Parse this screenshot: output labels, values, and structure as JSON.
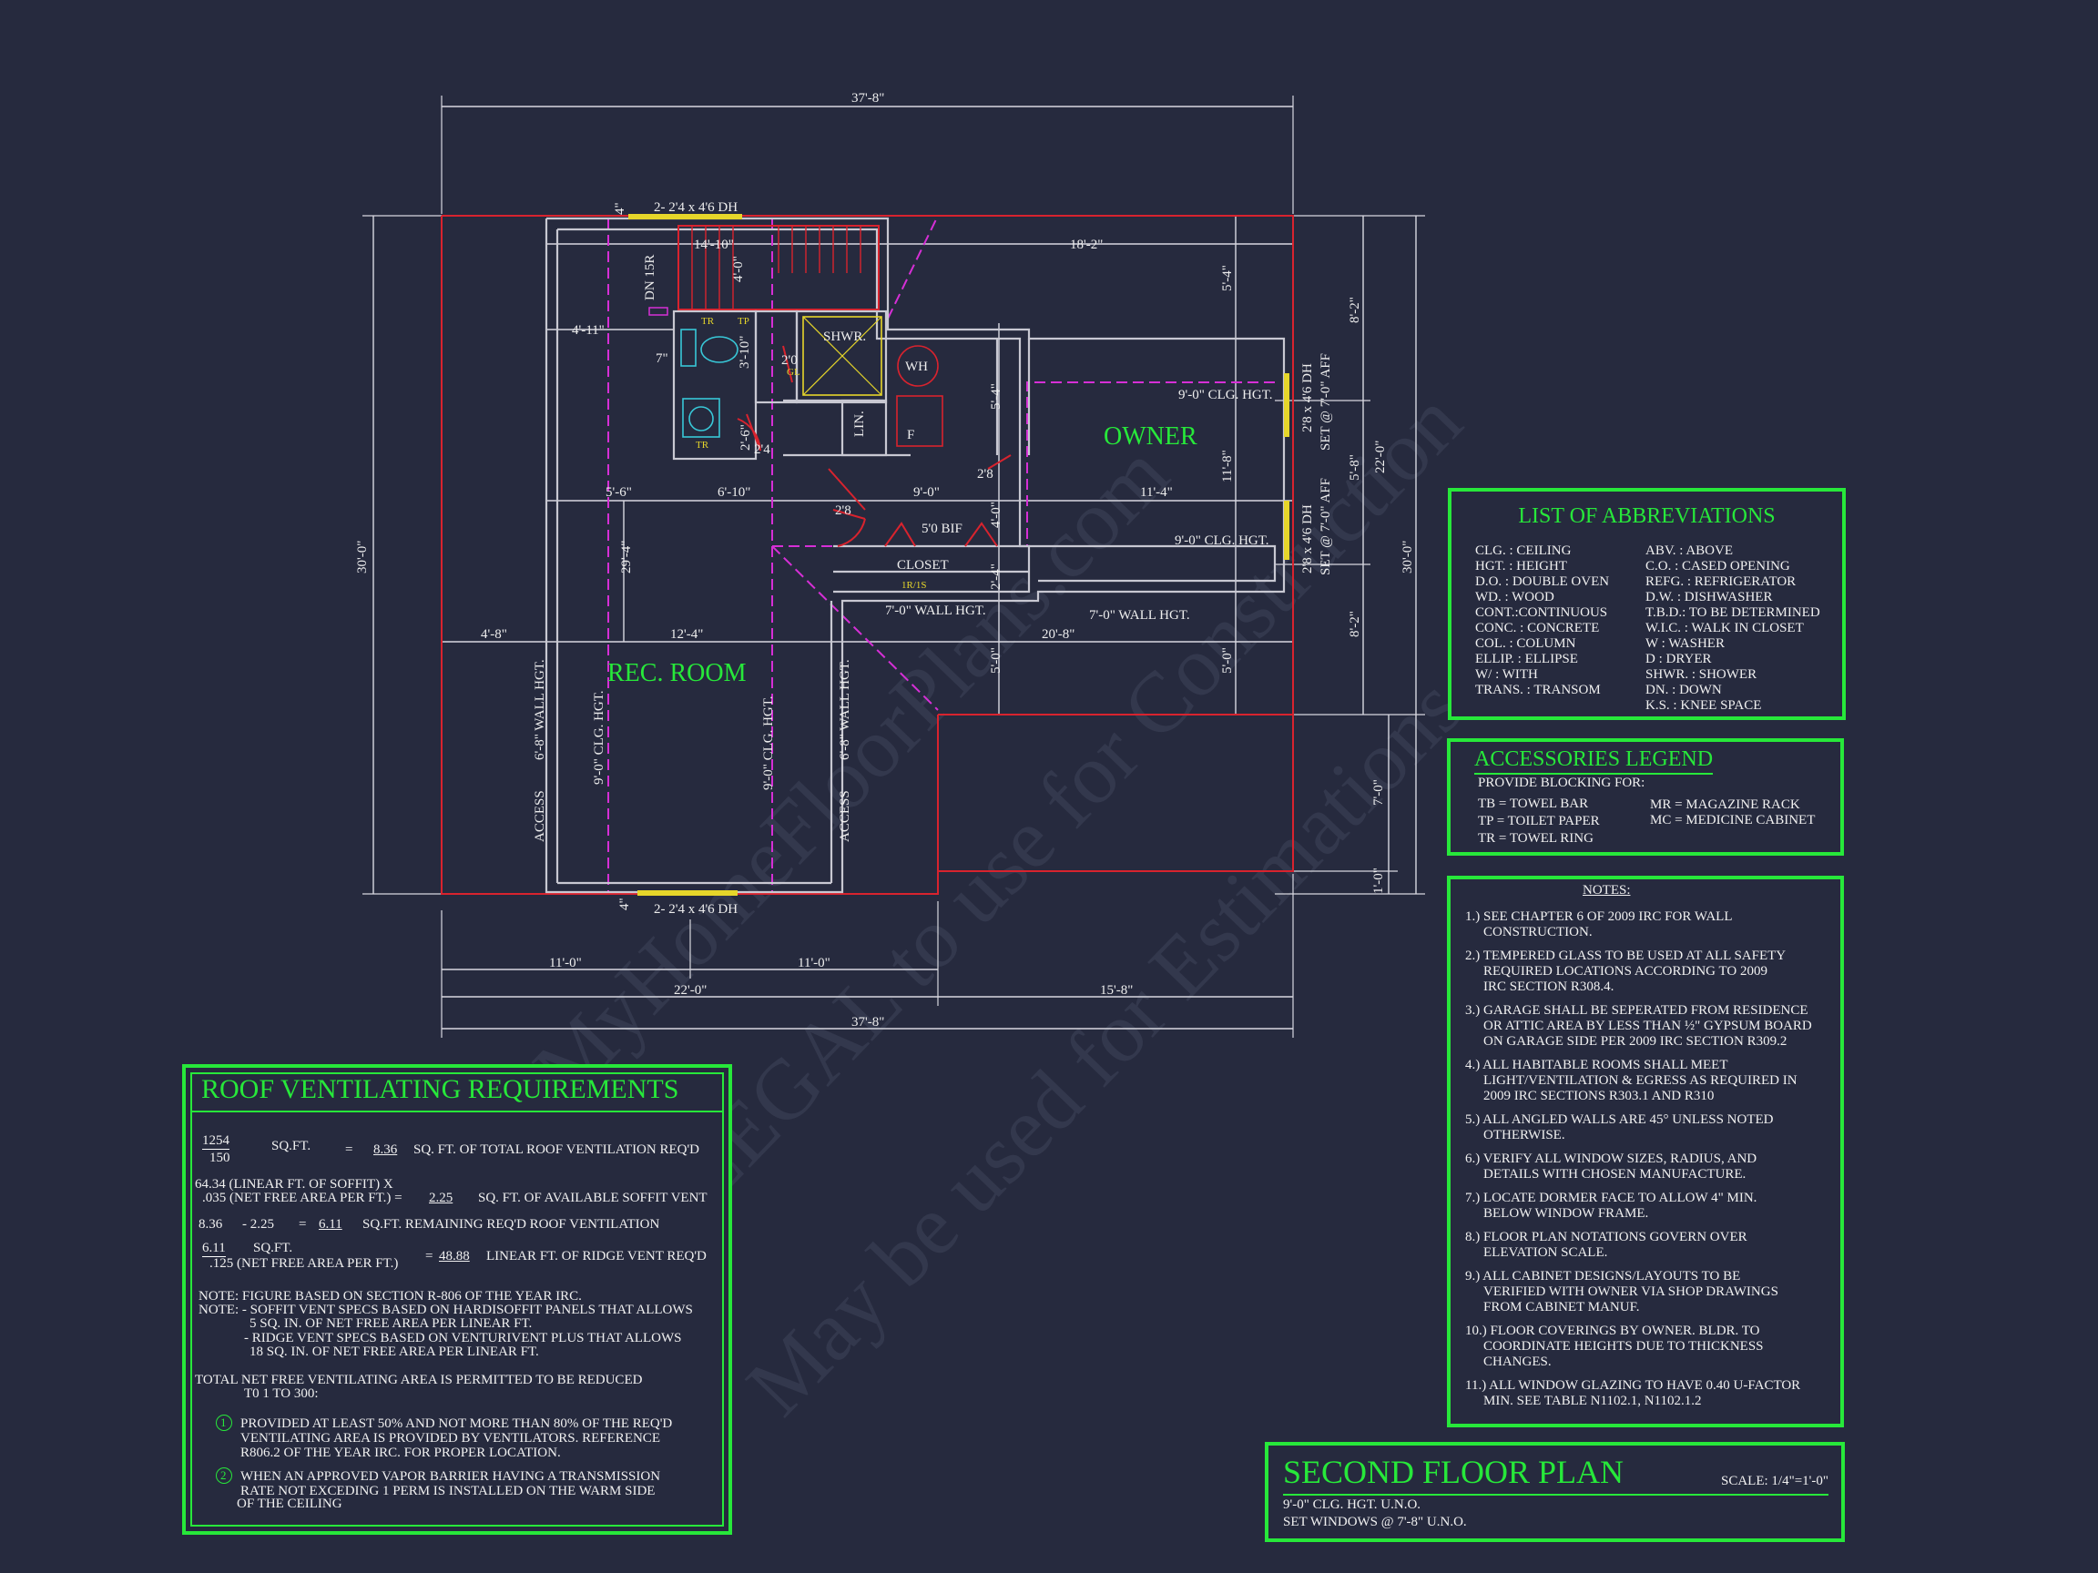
{
  "plan": {
    "dims": {
      "top_overall": "37'-8\"",
      "bottom_overall": "37'-8\"",
      "bottom_left": "22'-0\"",
      "bottom_right": "15'-8\"",
      "bottom_sub_a": "11'-0\"",
      "bottom_sub_b": "11'-0\"",
      "left_overall": "30'-0\"",
      "right_overall": "30'-0\"",
      "right_22": "22'-0\"",
      "right_8a": "8'-2\"",
      "right_5": "5'-8\"",
      "right_8b": "8'-2\"",
      "right_7": "7'-0\"",
      "right_1": "1'-0\"",
      "d_14_10": "14'-10\"",
      "d_18_2": "18'-2\"",
      "d_4_11": "4'-11\"",
      "d_7": "7\"",
      "d_5_6": "5'-6\"",
      "d_6_10": "6'-10\"",
      "d_9_0": "9'-0\"",
      "d_11_4": "11'-4\"",
      "d_4_8": "4'-8\"",
      "d_12_4": "12'-4\"",
      "d_20_8": "20'-8\"",
      "d_29_4": "29'-4\"",
      "d_5_4a": "5'-4\"",
      "d_5_4b": "5'-4\"",
      "d_11_8": "11'-8\"",
      "d_4_0a": "4'-0\"",
      "d_4_0b": "4'-0\"",
      "d_3_10": "3'-10\"",
      "d_2_6": "2'-6\"",
      "d_5_0a": "5'-0\"",
      "d_5_0b": "5'-0\"",
      "d_2_4a": "2'-4\"",
      "d_4a": "4\"",
      "d_4b": "4\"",
      "d_2_8a": "2'8",
      "d_2_8b": "2'8",
      "d_2_4b": "2'4",
      "d_2_0": "2'0"
    },
    "rooms": {
      "owner": "OWNER",
      "rec_room": "REC. ROOM",
      "shwr": "SHWR.",
      "wh": "WH",
      "f": "F",
      "lin": "LIN.",
      "closet": "CLOSET",
      "bif": "5'0 BIF",
      "gl": "GL",
      "ir_is": "1R/1S",
      "tr1": "TR",
      "tp": "TP",
      "tr2": "TR",
      "dn": "DN 15R"
    },
    "notes": {
      "win_top": "2- 2'4 x 4'6 DH",
      "win_bottom": "2- 2'4 x 4'6 DH",
      "win_right_a": "2'8 x 4'6 DH",
      "win_right_a2": "SET @ 7'-0\" AFF",
      "win_right_b": "2'8 x 4'6 DH",
      "win_right_b2": "SET @ 7'-0\" AFF",
      "clg_hgt_1": "9'-0\" CLG. HGT.",
      "clg_hgt_2": "9'-0\" CLG. HGT.",
      "wall_hgt_1": "7'-0\" WALL HGT.",
      "wall_hgt_2": "7'-0\" WALL HGT.",
      "wall_68_left": "6'-8\" WALL HGT.",
      "wall_68_right": "6'-8\" WALL HGT.",
      "clg_90_left": "9'-0\" CLG. HGT.",
      "clg_90_right": "9'-0\" CLG. HGT.",
      "access_left": "ACCESS",
      "access_right": "ACCESS"
    }
  },
  "abbreviations": {
    "title": "LIST OF ABBREVIATIONS",
    "left": [
      "CLG. : CEILING",
      "HGT. : HEIGHT",
      "D.O. : DOUBLE OVEN",
      "WD. : WOOD",
      "CONT.:CONTINUOUS",
      "CONC. : CONCRETE",
      "COL. : COLUMN",
      "ELLIP. : ELLIPSE",
      "W/ : WITH",
      "TRANS. : TRANSOM"
    ],
    "right": [
      "ABV. : ABOVE",
      "C.O. : CASED OPENING",
      "REFG. : REFRIGERATOR",
      "D.W. : DISHWASHER",
      "T.B.D.: TO BE DETERMINED",
      "W.I.C. : WALK IN CLOSET",
      "W : WASHER",
      "D : DRYER",
      "SHWR. : SHOWER",
      "DN. : DOWN",
      "K.S. : KNEE SPACE"
    ]
  },
  "accessories": {
    "title": "ACCESSORIES LEGEND",
    "subtitle": "PROVIDE BLOCKING FOR:",
    "left": [
      "TB = TOWEL BAR",
      "TP = TOILET PAPER",
      "TR = TOWEL RING"
    ],
    "right": [
      "MR = MAGAZINE RACK",
      "MC = MEDICINE CABINET"
    ]
  },
  "notes": {
    "title": "NOTES:",
    "items": [
      [
        "1.) SEE CHAPTER 6 OF 2009 IRC FOR WALL",
        "CONSTRUCTION."
      ],
      [
        "2.) TEMPERED GLASS TO BE USED AT ALL SAFETY",
        "REQUIRED LOCATIONS ACCORDING TO 2009",
        "IRC SECTION R308.4."
      ],
      [
        "3.) GARAGE SHALL BE SEPERATED FROM RESIDENCE",
        "OR ATTIC AREA BY LESS THAN ½\" GYPSUM BOARD",
        "ON GARAGE SIDE PER 2009 IRC SECTION R309.2"
      ],
      [
        "4.) ALL HABITABLE ROOMS SHALL MEET",
        "LIGHT/VENTILATION & EGRESS AS REQUIRED IN",
        "2009 IRC SECTIONS R303.1 AND R310"
      ],
      [
        "5.) ALL ANGLED WALLS ARE 45° UNLESS NOTED",
        "OTHERWISE."
      ],
      [
        "6.) VERIFY ALL WINDOW SIZES, RADIUS, AND",
        "DETAILS WITH CHOSEN MANUFACTURE."
      ],
      [
        "7.) LOCATE DORMER FACE TO ALLOW 4\" MIN.",
        "BELOW WINDOW FRAME."
      ],
      [
        "8.) FLOOR PLAN NOTATIONS GOVERN OVER",
        "ELEVATION SCALE."
      ],
      [
        "9.) ALL CABINET DESIGNS/LAYOUTS TO BE",
        "VERIFIED WITH OWNER VIA SHOP DRAWINGS",
        "FROM CABINET MANUF."
      ],
      [
        "10.) FLOOR COVERINGS BY OWNER. BLDR. TO",
        "COORDINATE HEIGHTS DUE TO THICKNESS",
        "CHANGES."
      ],
      [
        "11.) ALL WINDOW GLAZING TO HAVE 0.40 U-FACTOR",
        "MIN.  SEE TABLE N1102.1, N1102.1.2"
      ]
    ]
  },
  "roof": {
    "title": "ROOF VENTILATING REQUIREMENTS",
    "l1_num": "1254",
    "l1_den": "150",
    "l1_sqft": "SQ.FT.",
    "l1_eq": "=",
    "l1_val": "8.36",
    "l1_text": "SQ. FT. OF TOTAL ROOF VENTILATION REQ'D",
    "l2a": "64.34   (LINEAR FT. OF SOFFIT) X",
    "l2b": ".035 (NET FREE AREA PER FT.) =",
    "l2_val": "2.25",
    "l2_text": "SQ. FT. OF AVAILABLE SOFFIT VENT",
    "l3a": "8.36",
    "l3b": "- 2.25",
    "l3_eq": "=",
    "l3_val": "6.11",
    "l3_text": "SQ.FT. REMAINING REQ'D ROOF VENTILATION",
    "l4_num": "6.11",
    "l4_sqft": "SQ.FT.",
    "l4_den": ".125 (NET FREE AREA PER FT.)",
    "l4_eq": "=",
    "l4_val": "48.88",
    "l4_text": "LINEAR FT. OF RIDGE VENT REQ'D",
    "note1": "NOTE: FIGURE BASED ON SECTION R-806 OF THE YEAR IRC.",
    "note2": "NOTE: - SOFFIT VENT SPECS BASED ON HARDISOFFIT PANELS THAT ALLOWS",
    "note2b": "5 SQ. IN. OF NET FREE AREA PER LINEAR FT.",
    "note3": "- RIDGE VENT SPECS BASED ON VENTURIVENT PLUS THAT ALLOWS",
    "note3b": "18 SQ. IN. OF NET FREE AREA PER LINEAR FT.",
    "total1": "TOTAL NET FREE VENTILATING AREA IS PERMITTED TO BE REDUCED",
    "total2": "T0 1 TO 300:",
    "c1": "1",
    "c1a": "PROVIDED AT LEAST 50% AND NOT MORE THAN 80% OF THE REQ'D",
    "c1b": "VENTILATING AREA IS PROVIDED BY VENTILATORS.  REFERENCE",
    "c1c": "R806.2  OF THE YEAR IRC. FOR PROPER LOCATION.",
    "c2": "2",
    "c2a": "WHEN AN APPROVED VAPOR BARRIER HAVING A TRANSMISSION",
    "c2b": "RATE NOT EXCEDING 1 PERM IS INSTALLED ON THE WARM SIDE",
    "c2c": "OF THE CEILING"
  },
  "title_block": {
    "title": "SECOND FLOOR PLAN",
    "scale": "SCALE: 1/4\"=1'-0\"",
    "line1": "9'-0\" CLG. HGT. U.N.O.",
    "line2": "SET WINDOWS @ 7'-8\" U.N.O."
  },
  "watermark": {
    "line1": "© MyHomeFloorPlans.com",
    "line2": "ILLEGAL to use for Construction",
    "line3": "May be used for Estimations"
  },
  "colors": {
    "background": "#262a3e",
    "green": "#27e83a",
    "red": "#d8232e",
    "magenta": "#d62fd6",
    "wall": "#c8c8d2",
    "yellow": "#e6d62a",
    "cyan": "#38c8d8"
  }
}
